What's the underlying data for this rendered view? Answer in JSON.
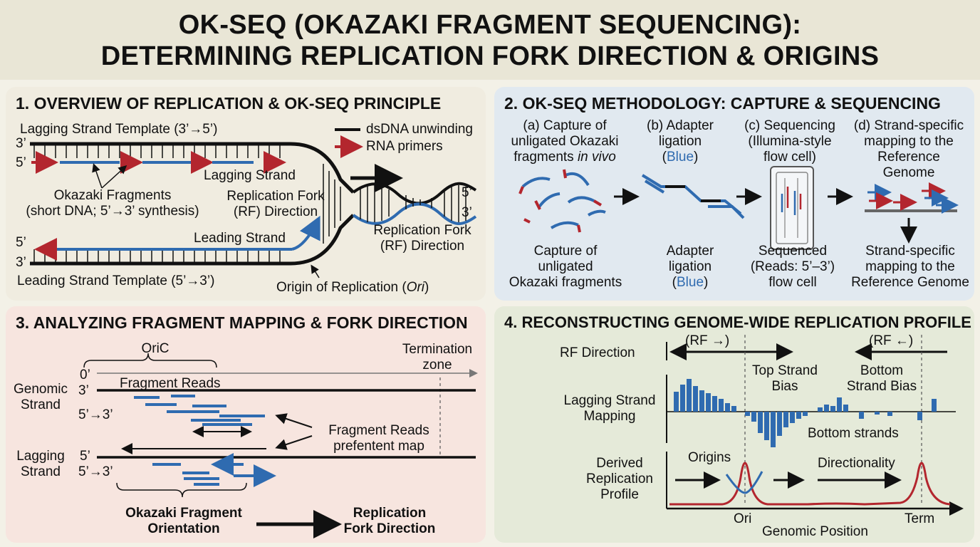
{
  "title": {
    "line1": "OK-SEQ (OKAZAKI FRAGMENT SEQUENCING):",
    "line2": "DETERMINING REPLICATION FORK DIRECTION & ORIGINS"
  },
  "panel1": {
    "title": "1. OVERVIEW OF REPLICATION & OK-SEQ PRINCIPLE",
    "lagging_template": "Lagging Strand Template (3’→5’)",
    "top_3": "3’",
    "top_5": "5’",
    "legend_dsdna": "dsDNA unwinding",
    "legend_rna": "RNA primers",
    "lagging_strand": "Lagging Strand",
    "okazaki_1": "Okazaki Fragments",
    "okazaki_2": "(short DNA; 5’→3’ synthesis)",
    "rf_dir_1": "Replication Fork",
    "rf_dir_2": "(RF) Direction",
    "rf_dir2_1": "Replication Fork",
    "rf_dir2_2": "(RF) Direction",
    "helix_5": "5’",
    "helix_3": "3’",
    "leading_strand": "Leading Strand",
    "bot_5": "5’",
    "bot_3": "3’",
    "leading_template": "Leading Strand Template (5’→3’)",
    "origin": "Origin of Replication (",
    "origin_ital": "Ori",
    "origin_end": ")"
  },
  "panel2": {
    "title": "2. OK-SEQ METHODOLOGY: CAPTURE & SEQUENCING",
    "a_1": "(a) Capture of",
    "a_2": "unligated Okazaki",
    "a_3": "fragments ",
    "a_3i": "in vivo",
    "b_1": "(b) Adapter",
    "b_2": "ligation",
    "b_3": "(",
    "b_3b": "Blue",
    "b_3e": ")",
    "c_1": "(c) Sequencing",
    "c_2": "(Illumina-style",
    "c_3": "flow cell)",
    "d_1": "(d) Strand-specific",
    "d_2": "mapping to the",
    "d_3": "Reference",
    "d_4": "Genome",
    "cap_1": "Capture of",
    "cap_2": "unligated",
    "cap_3": "Okazaki fragments",
    "ad_1": "Adapter",
    "ad_2": "ligation",
    "ad_3": "(",
    "ad_3b": "Blue",
    "ad_3e": ")",
    "seq_1": "Sequenced",
    "seq_2": "(Reads: 5’–3’)",
    "seq_3": "flow cell",
    "map_1": "Strand-specific",
    "map_2": "mapping to the",
    "map_3": "Reference Genome"
  },
  "panel3": {
    "title": "3. ANALYZING FRAGMENT MAPPING & FORK DIRECTION",
    "oric": "OriC",
    "termination_1": "Termination",
    "termination_2": "zone",
    "zero": "0’",
    "fragment_reads": "Fragment Reads",
    "genomic_1": "Genomic",
    "genomic_2": "Strand",
    "g3": "3’",
    "g53": "5’→3’",
    "fr_map_1": "Fragment Reads",
    "fr_map_2": "prefentent map",
    "lagging_1": "Lagging",
    "lagging_2": "Strand",
    "l5": "5’",
    "l53": "5’→3’",
    "ok_orient_1": "Okazaki Fragment",
    "ok_orient_2": "Orientation",
    "rf_1": "Replication",
    "rf_2": "Fork Direction"
  },
  "panel4": {
    "title": "4. RECONSTRUCTING GENOME-WIDE REPLICATION PROFILE",
    "rf_direction": "RF Direction",
    "rf_right": "(RF →)",
    "rf_left": "(RF ←)",
    "top_bias_1": "Top Strand",
    "top_bias_2": "Bias",
    "bottom_bias_1": "Bottom",
    "bottom_bias_2": "Strand Bias",
    "lagging_1": "Lagging Strand",
    "lagging_2": "Mapping",
    "bottom_strands": "Bottom strands",
    "derived_1": "Derived",
    "derived_2": "Replication",
    "derived_3": "Profile",
    "origins": "Origins",
    "directionality": "Directionality",
    "ori": "Ori",
    "term": "Term",
    "genomic_position": "Genomic Position"
  },
  "colors": {
    "blue": "#2f6bb0",
    "red": "#b3262e",
    "panel1": "#f0ece0",
    "panel2": "#e1e9f0",
    "panel3": "#f7e5df",
    "panel4": "#e5ead9"
  }
}
